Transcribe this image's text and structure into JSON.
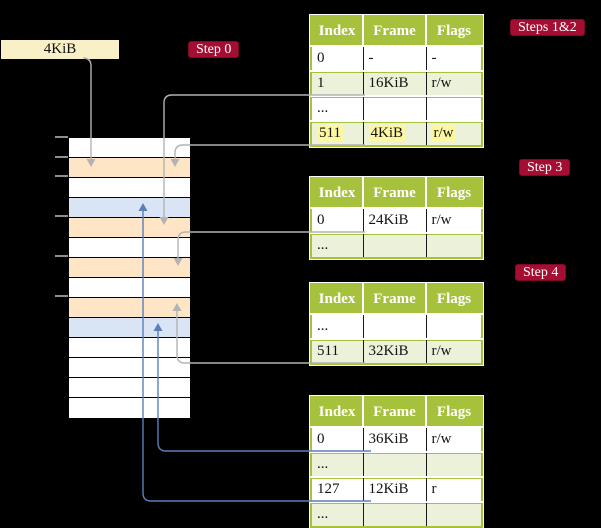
{
  "colors": {
    "background": "#000000",
    "cream_box_bg": "#faf0c8",
    "badge_bg": "#a50e33",
    "badge_border": "#7c0a24",
    "badge_text": "#ffffff",
    "table_header_bg": "#a6c23c",
    "table_row_green": "#ecf1da",
    "highlight_yellow": "#fdf8a0",
    "mem_white": "#ffffff",
    "mem_peach": "#fde5c6",
    "mem_blue": "#d9e5f4",
    "arrow_gray": "#b3b3b3",
    "arrow_blue": "#5b7fb8",
    "text_dark": "#111111"
  },
  "page_box": {
    "label": "4KiB"
  },
  "badges": [
    {
      "label": "Step 0"
    },
    {
      "label": "Steps 1&2"
    },
    {
      "label": "Step 3"
    },
    {
      "label": "Step 4"
    }
  ],
  "memory": {
    "rows": [
      {
        "shade": "white"
      },
      {
        "shade": "peach"
      },
      {
        "shade": "white"
      },
      {
        "shade": "blue"
      },
      {
        "shade": "peach"
      },
      {
        "shade": "white"
      },
      {
        "shade": "peach"
      },
      {
        "shade": "white"
      },
      {
        "shade": "peach"
      },
      {
        "shade": "blue"
      },
      {
        "shade": "white"
      },
      {
        "shade": "white"
      },
      {
        "shade": "white"
      },
      {
        "shade": "white"
      }
    ]
  },
  "tables": [
    {
      "headers": [
        "Index",
        "Frame",
        "Flags"
      ],
      "rows": [
        {
          "cells": [
            "0",
            "-",
            "-"
          ],
          "shade": "white",
          "highlight": false
        },
        {
          "cells": [
            "1",
            "16KiB",
            "r/w"
          ],
          "shade": "green",
          "highlight": false
        },
        {
          "cells": [
            "...",
            "",
            ""
          ],
          "shade": "white",
          "highlight": false
        },
        {
          "cells": [
            "511",
            "4KiB",
            "r/w"
          ],
          "shade": "green",
          "highlight": true
        }
      ]
    },
    {
      "headers": [
        "Index",
        "Frame",
        "Flags"
      ],
      "rows": [
        {
          "cells": [
            "0",
            "24KiB",
            "r/w"
          ],
          "shade": "white",
          "highlight": false
        },
        {
          "cells": [
            "...",
            "",
            ""
          ],
          "shade": "green",
          "highlight": false
        }
      ]
    },
    {
      "headers": [
        "Index",
        "Frame",
        "Flags"
      ],
      "rows": [
        {
          "cells": [
            "...",
            "",
            ""
          ],
          "shade": "white",
          "highlight": false
        },
        {
          "cells": [
            "511",
            "32KiB",
            "r/w"
          ],
          "shade": "green",
          "highlight": false
        }
      ]
    },
    {
      "headers": [
        "Index",
        "Frame",
        "Flags"
      ],
      "rows": [
        {
          "cells": [
            "0",
            "36KiB",
            "r/w"
          ],
          "shade": "white",
          "highlight": false
        },
        {
          "cells": [
            "...",
            "",
            ""
          ],
          "shade": "green",
          "highlight": false
        },
        {
          "cells": [
            "127",
            "12KiB",
            "r"
          ],
          "shade": "white",
          "highlight": false
        },
        {
          "cells": [
            "...",
            "",
            ""
          ],
          "shade": "green",
          "highlight": false
        }
      ]
    }
  ]
}
